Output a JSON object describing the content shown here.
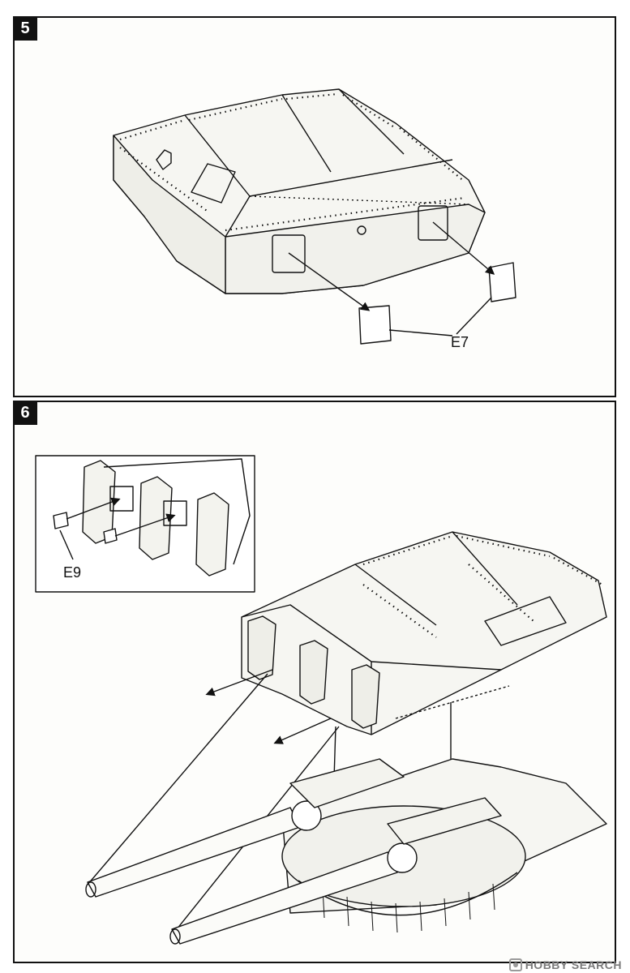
{
  "steps": [
    {
      "number": "5",
      "parts": [
        "E7"
      ]
    },
    {
      "number": "6",
      "parts": [
        "E9"
      ]
    }
  ],
  "watermark": {
    "text": "HOBBY SEARCH"
  },
  "colors": {
    "line": "#111111",
    "panel": "#fdfdfb",
    "watermark": "#7a7a7a"
  }
}
